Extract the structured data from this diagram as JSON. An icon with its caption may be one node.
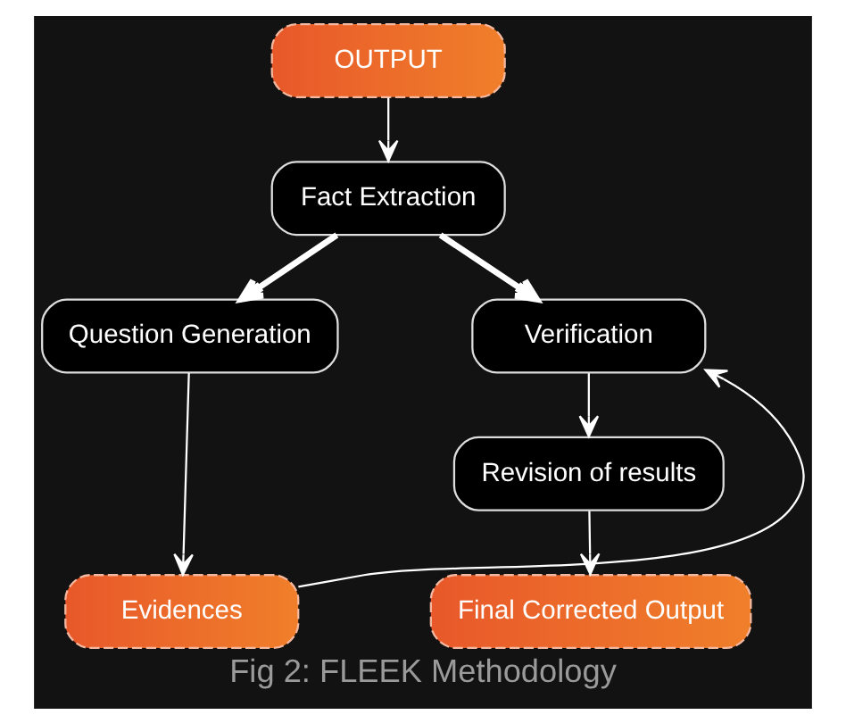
{
  "diagram": {
    "caption": "Fig 2: FLEEK Methodology",
    "nodes": [
      {
        "text": [
          "OUTPUT"
        ]
      },
      {
        "text": [
          "Fact Extraction"
        ]
      },
      {
        "text": [
          "Question Generation"
        ]
      },
      {
        "text": [
          "Verification"
        ]
      },
      {
        "text": [
          "Evidences"
        ]
      },
      {
        "text": [
          "Revision of results"
        ]
      },
      {
        "text": [
          "Final Corrected Output"
        ]
      }
    ],
    "edges": [
      {
        "from": 0,
        "to": 1,
        "arrow": "to"
      },
      {
        "from": 1,
        "to": 2,
        "arrow": "to",
        "style": "thick"
      },
      {
        "from": 1,
        "to": 3,
        "arrow": "to",
        "style": "thick"
      },
      {
        "from": 2,
        "to": 4,
        "arrow": "to"
      },
      {
        "from": 4,
        "to": 3,
        "arrow": "to"
      },
      {
        "from": 3,
        "to": 5,
        "arrow": "to"
      },
      {
        "from": 5,
        "to": 6,
        "arrow": "to"
      }
    ]
  }
}
